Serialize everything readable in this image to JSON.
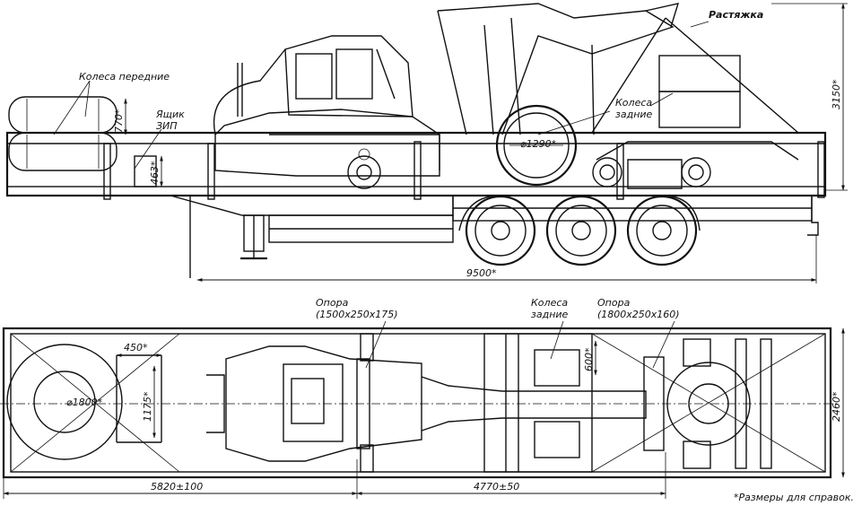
{
  "side_view": {
    "label_front_wheels": "Колеса передние",
    "label_box_line1": "Ящик",
    "label_box_line2": "ЗИП",
    "label_guy": "Растяжка",
    "label_rear_wheels_line1": "Колеса",
    "label_rear_wheels_line2": "задние",
    "dim_770": "770*",
    "dim_463": "463*",
    "dim_wheel_diameter": "⌀1290*",
    "dim_height": "3150*",
    "dim_length": "9500*"
  },
  "top_view": {
    "label_support1_line1": "Опора",
    "label_support1_line2": "(1500x250x175)",
    "label_rear_wheels_line1": "Колеса",
    "label_rear_wheels_line2": "задние",
    "label_support2_line1": "Опора",
    "label_support2_line2": "(1800x250x160)",
    "dim_450": "450*",
    "dim_1175": "1175*",
    "dim_1800": "⌀1800*",
    "dim_600": "600*",
    "dim_width": "2460*",
    "dim_5820": "5820±100",
    "dim_4770": "4770±50",
    "footnote": "*Размеры для справок."
  }
}
